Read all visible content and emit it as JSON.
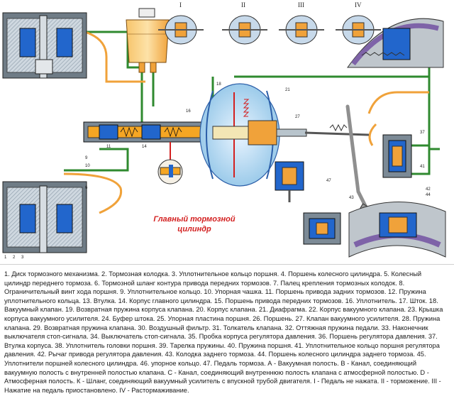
{
  "diagram": {
    "main_label_line1": "Главный тормозной",
    "main_label_line2": "цилиндр",
    "stage_labels": [
      "I",
      "II",
      "III",
      "IV"
    ],
    "colors": {
      "pipe_green": "#2f8a2f",
      "fluid_orange": "#f5a623",
      "vacuum_blue": "#2266cc",
      "steel_grey": "#8a9aa8",
      "pad_purple": "#7e63a8",
      "label_red": "#d32020"
    }
  },
  "legend": {
    "text": "1. Диск тормозного механизма. 2. Тормозная колодка. 3. Уплотнительное кольцо поршня. 4. Поршень колесного цилиндра. 5. Колесный цилиндр переднего тормоза. 6. Тормозной шланг контура привода передних тормозов. 7. Палец крепления тормозных колодок. 8. Ограничительный винт хода поршня. 9. Уплотнительное кольцо. 10. Упорная чашка. 11. Поршень привода задних тормозов. 12. Пружина уплотнительного кольца. 13. Втулка. 14. Корпус главного цилиндра. 15. Поршень привода передних тормозов. 16. Уплотнитель. 17. Шток. 18. Вакуумный клапан. 19. Возвратная пружина корпуса клапана. 20. Корпус клапана. 21. Диафрагма. 22. Корпус вакуумного клапана. 23. Крышка корпуса вакуумного усилителя. 24. Буфер штока. 25. Упорная пластина поршня. 26. Поршень. 27. Клапан вакуумного усилителя. 28. Пружина клапана. 29. Возвратная пружина клапана. 30. Воздушный фильтр. 31. Толкатель клапана. 32. Оттяжная пружина педали. 33. Наконечник выключателя стоп-сигнала. 34. Выключатель стоп-сигнала. 35. Пробка корпуса регулятора давления. 36. Поршень регулятора давления. 37. Втулка корпуса. 38. Уплотнитель головки поршня. 39. Тарелка пружины. 40. Пружина поршня. 41. Уплотнительное кольцо поршня регулятора давления. 42. Рычаг привода регулятора давления. 43. Колодка заднего тормоза. 44. Поршень колесного цилиндра заднего тормоза. 45. Уплотнители поршней колесного цилиндра. 46. упорное кольцо. 47. Педаль тормоза. А - Вакуумная полость. В - Канал, соединяющий вакуумную полость с внутренней полостью клапана. С - Канал, соединяющий внутреннюю полость клапана с атмосферной полостью. D - Атмосферная полость. К - Шланг, соединяющий вакуумный усилитель с впускной трубой двигателя. I - Педаль не нажата. II - торможение. III - Нажатие на педаль приостановлено. IV - Растормаживание."
  }
}
